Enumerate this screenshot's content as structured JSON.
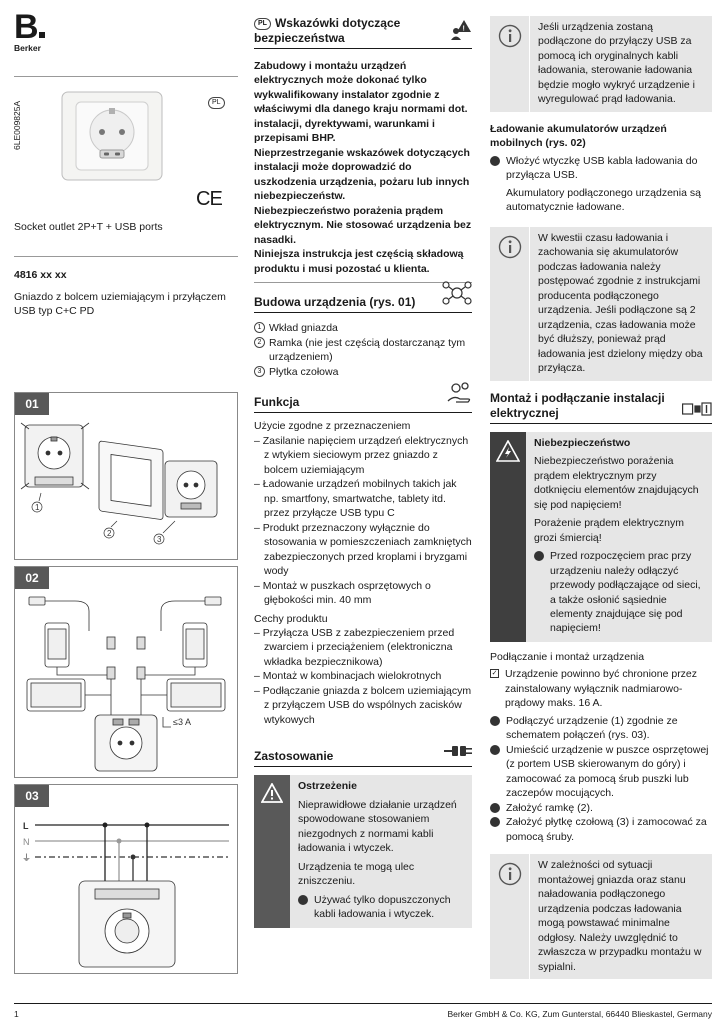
{
  "header": {
    "brand_letter": "B",
    "brand_name": "Berker",
    "doc_code": "6LE009825A",
    "lang": "PL",
    "ce_mark": "CE"
  },
  "product": {
    "name_en": "Socket outlet 2P+T + USB ports",
    "article": "4816 xx xx",
    "name_pl": "Gniazdo z bolcem uziemiającym i przyłączem USB typ C+C PD"
  },
  "figures": {
    "fig01": "01",
    "fig02": "02",
    "fig03": "03",
    "fig01_callouts": [
      "1",
      "2",
      "3"
    ],
    "fig02_current": "≤3 A",
    "fig03_lines": [
      "L",
      "N",
      "⏚"
    ]
  },
  "safety": {
    "title": "Wskazówki dotyczące bezpieczeństwa",
    "paragraphs": [
      "Zabudowy i montażu urządzeń elektrycznych może dokonać tylko wykwalifikowany instalator zgodnie z właściwymi dla danego kraju normami dot. instalacji, dyrektywami, warunkami i przepisami BHP.",
      "Nieprzestrzeganie wskazówek dotyczących instalacji może doprowadzić do uszkodzenia urządzenia, pożaru lub innych niebezpieczeństw.",
      "Niebezpieczeństwo porażenia prądem elektrycznym. Nie stosować urządzenia bez nasadki.",
      "Niniejsza instrukcja jest częścią składową produktu i musi pozostać u klienta."
    ]
  },
  "structure": {
    "title": "Budowa urządzenia (rys. 01)",
    "items": [
      {
        "n": "1",
        "text": "Wkład gniazda"
      },
      {
        "n": "2",
        "text": "Ramka (nie jest częścią dostarczanąz tym urządzeniem)"
      },
      {
        "n": "3",
        "text": "Płytka czołowa"
      }
    ]
  },
  "function": {
    "title": "Funkcja",
    "intended_heading": "Użycie zgodne z przeznaczeniem",
    "intended": [
      "Zasilanie napięciem urządzeń elektrycznych z wtykiem sieciowym przez gniazdo z bolcem uziemiającym",
      "Ładowanie urządzeń mobilnych takich jak np. smartfony, smartwatche, tablety itd. przez przyłącze USB typu C",
      "Produkt przeznaczony wyłącznie do stosowania w pomieszczeniach zamkniętych zabezpieczonych przed kroplami i bryzgami wody",
      "Montaż w puszkach osprzętowych o głębokości min. 40 mm"
    ],
    "features_heading": "Cechy produktu",
    "features": [
      "Przyłącza USB z zabezpieczeniem przed zwarciem i przeciążeniem (elektroniczna wkładka bezpiecznikowa)",
      "Montaż w kombinacjach wielokrotnych",
      "Podłączanie gniazda z bolcem uziemiającym z przyłączem USB do wspólnych zacisków wtykowych"
    ]
  },
  "application": {
    "title": "Zastosowanie",
    "warn_title": "Ostrzeżenie",
    "warn_p1": "Nieprawidłowe działanie urządzeń spowodowane stosowaniem niezgodnych z normami kabli ładowania i wtyczek.",
    "warn_p2": "Urządzenia te mogą ulec zniszczeniu.",
    "warn_bullet": "Używać tylko dopuszczonych kabli ładowania i wtyczek."
  },
  "col3": {
    "note1": "Jeśli urządzenia zostaną podłączone do przyłączy USB za pomocą ich oryginalnych kabli ładowania, sterowanie ładowania będzie mogło wykryć urządzenie i wyregulować prąd ładowania.",
    "charging_heading": "Ładowanie akumulatorów urządzeń mobilnych (rys. 02)",
    "charging_bullet": "Włożyć wtyczkę USB kabla ładowania do przyłącza USB.",
    "charging_after": "Akumulatory podłączonego urządzenia są automatycznie ładowane.",
    "note2": "W kwestii czasu ładowania i zachowania się akumulatorów podczas ładowania należy postępować zgodnie z instrukcjami producenta podłączonego urządzenia. Jeśli podłączone są 2 urządzenia, czas ładowania może być dłuższy, ponieważ prąd ładowania jest dzielony między oba przyłącza.",
    "install_title": "Montaż i podłączanie instalacji elektrycznej",
    "danger_title": "Niebezpieczeństwo",
    "danger_p1": "Niebezpieczeństwo porażenia prądem elektrycznym przy dotknięciu elementów znajdujących się pod napięciem!",
    "danger_p2": "Porażenie prądem elektrycznym grozi śmiercią!",
    "danger_bullet": "Przed rozpoczęciem prac przy urządzeniu należy odłączyć przewody podłączające od sieci, a także osłonić sąsiednie elementy znajdujące się pod napięciem!",
    "connect_heading": "Podłączanie i montaż urządzenia",
    "connect_check": "Urządzenie powinno być chronione przez zainstalowany wyłącznik nadmiarowo-prądowy maks. 16 A.",
    "connect_steps": [
      "Podłączyć urządzenie (1) zgodnie ze schematem połączeń (rys. 03).",
      "Umieścić urządzenie w puszce osprzętowej (z portem USB skierowanym do góry) i zamocować za pomocą śrub puszki lub zaczepów mocujących.",
      "Założyć ramkę (2).",
      "Założyć płytkę czołową (3) i zamocować za pomocą śruby."
    ],
    "note3": "W zależności od sytuacji montażowej gniazda oraz stanu naładowania podłączonego urządzenia podczas ładowania mogą powstawać minimalne odgłosy. Należy uwzględnić to zwłaszcza w przypadku montażu w sypialni."
  },
  "footer": {
    "page": "1",
    "company": "Berker GmbH & Co. KG, Zum Gunterstal, 66440 Blieskastel, Germany"
  }
}
